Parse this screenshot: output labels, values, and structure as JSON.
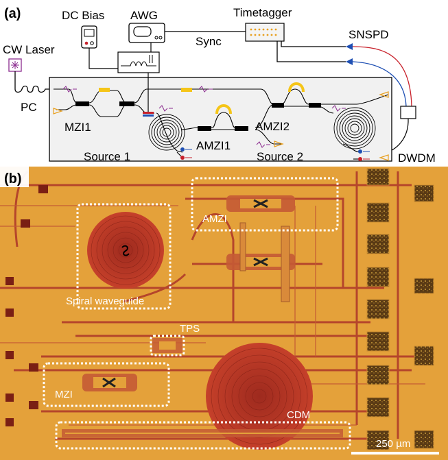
{
  "panel_a": {
    "tag": "(a)",
    "labels": {
      "dc_bias": "DC Bias",
      "awg": "AWG",
      "timetagger": "Timetagger",
      "sync": "Sync",
      "snspd": "SNSPD",
      "cw_laser": "CW Laser",
      "pc": "PC",
      "mzi1": "MZI1",
      "amzi1": "AMZI1",
      "amzi2": "AMZI2",
      "source1": "Source 1",
      "source2": "Source 2",
      "dwdm": "DWDM"
    }
  },
  "panel_b": {
    "tag": "(b)",
    "labels": {
      "amzi": "AMZI",
      "spiral": "Spiral waveguide",
      "tps": "TPS",
      "mzi": "MZI",
      "cdm": "CDM",
      "scale": "250 µm"
    }
  },
  "colors": {
    "chip_background": "#e4a13a",
    "waveguide": "#b5452b",
    "heater": "#f5c518",
    "signal_blue": "#1e4fb3",
    "idler_red": "#c8202a",
    "laser_purple": "#8b2c8f"
  }
}
